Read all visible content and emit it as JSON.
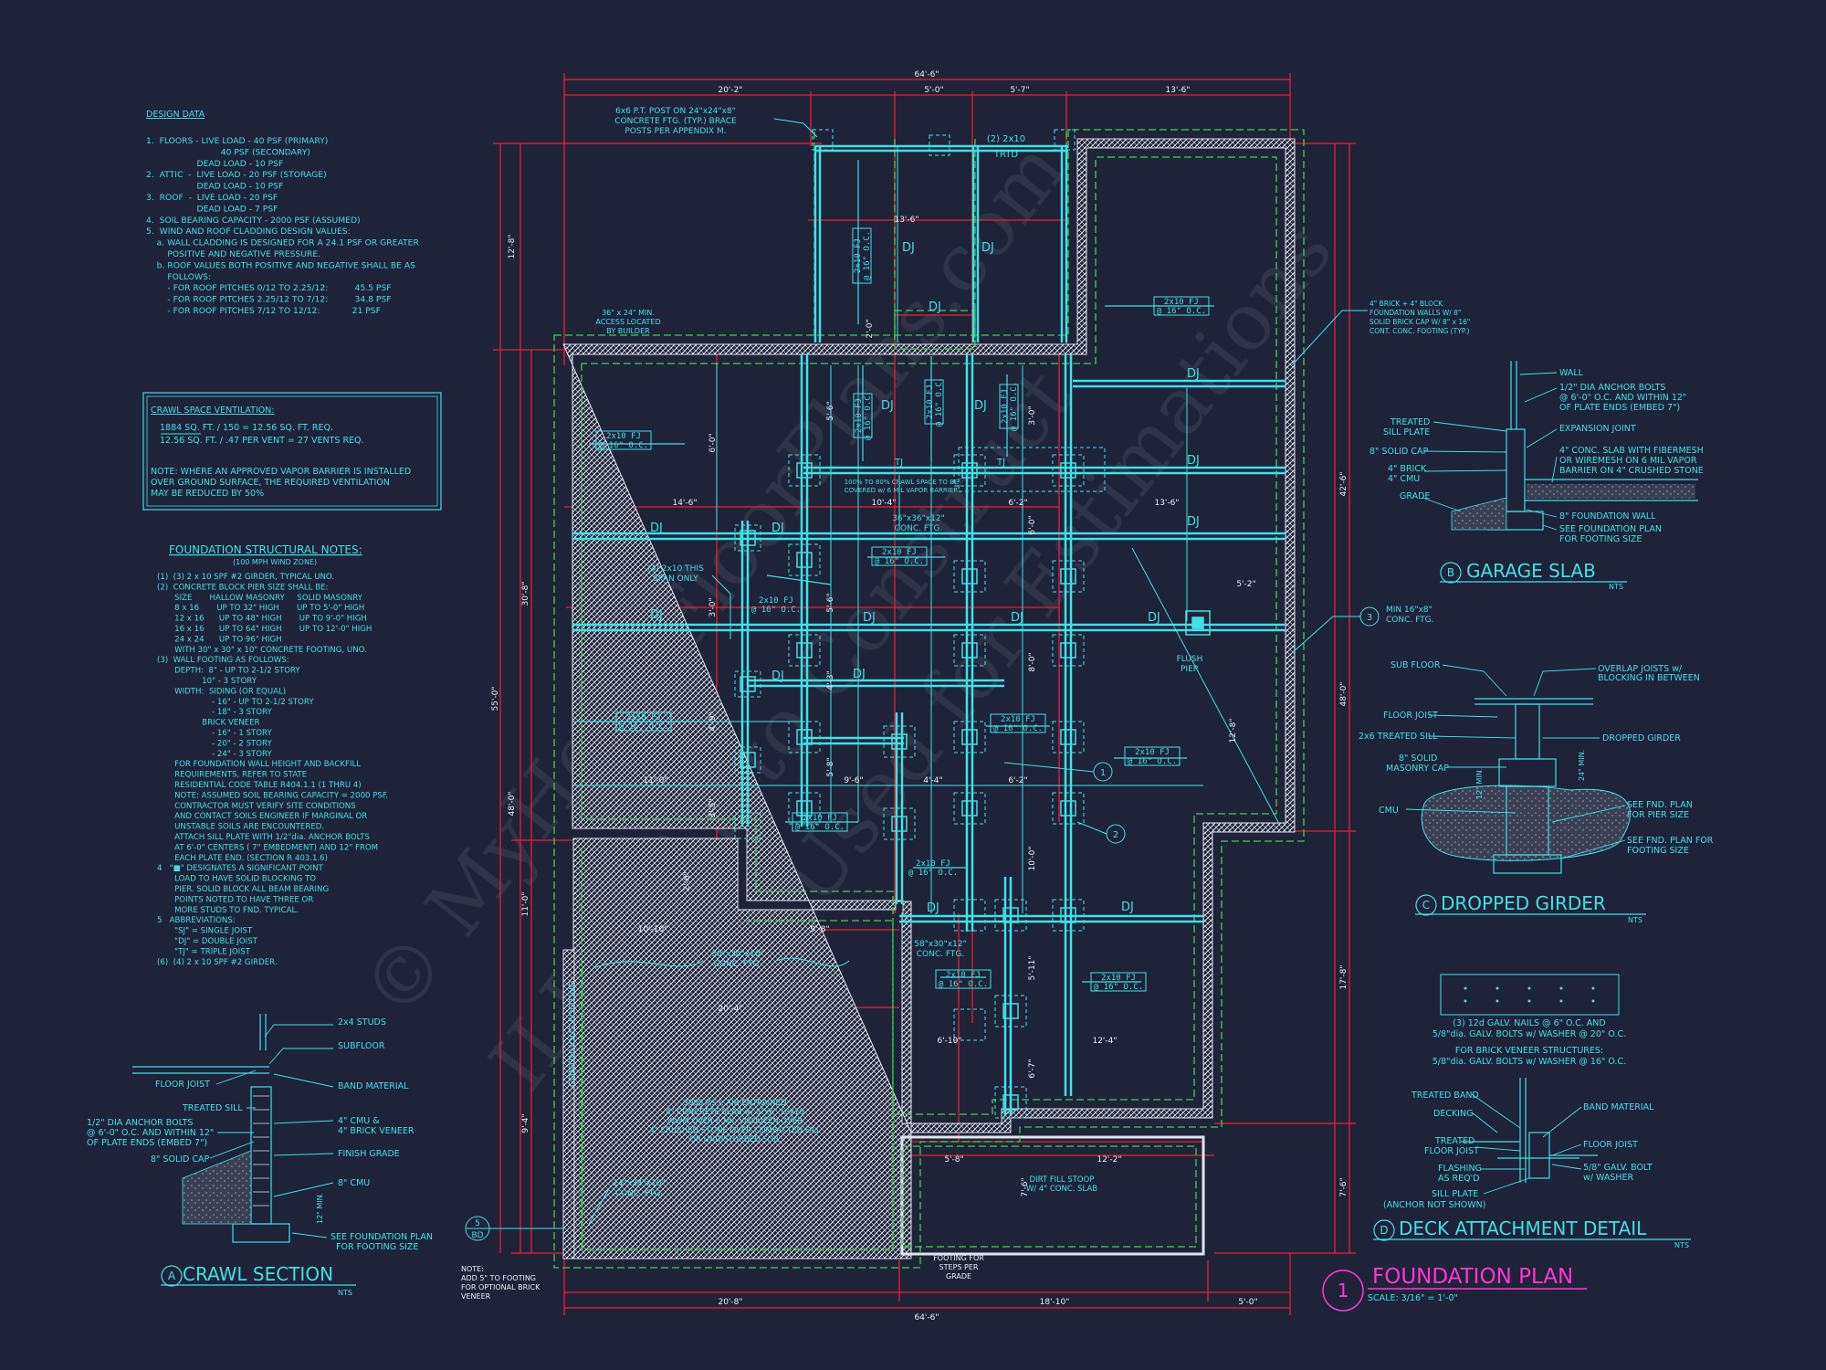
{
  "design_data": {
    "title": "DESIGN DATA",
    "lines": [
      "1.  FLOORS - LIVE LOAD - 40 PSF (PRIMARY)",
      "                            40 PSF (SECONDARY)",
      "                   DEAD LOAD - 10 PSF",
      "2.  ATTIC  -  LIVE LOAD - 20 PSF (STORAGE)",
      "                   DEAD LOAD - 10 PSF",
      "3.  ROOF  -  LIVE LOAD - 20 PSF",
      "                   DEAD LOAD - 7 PSF",
      "4.  SOIL BEARING CAPACITY - 2000 PSF (ASSUMED)",
      "5.  WIND AND ROOF CLADDING DESIGN VALUES:",
      "    a. WALL CLADDING IS DESIGNED FOR A 24.1 PSF OR GREATER",
      "        POSITIVE AND NEGATIVE PRESSURE.",
      "    b. ROOF VALUES BOTH POSITIVE AND NEGATIVE SHALL BE AS",
      "        FOLLOWS:",
      "        - FOR ROOF PITCHES 0/12 TO 2.25/12:          45.5 PSF",
      "        - FOR ROOF PITCHES 2.25/12 TO 7/12:          34.8 PSF",
      "        - FOR ROOF PITCHES 7/12 TO 12/12:            21 PSF"
    ]
  },
  "crawl_vent": {
    "title": "CRAWL SPACE VENTILATION:",
    "line1": "1884       SQ. FT. / 150 =     12.56      SQ. FT. REQ.",
    "line2": "12.56      SQ. FT. / .47 PER VENT =     27      VENTS REQ.",
    "note": [
      "NOTE:  WHERE AN APPROVED VAPOR BARRIER IS INSTALLED",
      "            OVER GROUND SURFACE, THE REQUIRED VENTILATION",
      "            MAY BE REDUCED BY 50%"
    ]
  },
  "foundation_notes": {
    "title": "FOUNDATION STRUCTURAL NOTES:",
    "subtitle": "(100 MPH WIND ZONE)",
    "lines": [
      "(1)  (3) 2 x 10 SPF #2 GIRDER, TYPICAL UNO.",
      "(2)  CONCRETE BLOCK PIER SIZE SHALL BE:",
      "       SIZE       HALLOW MASONRY     SOLID MASONRY",
      "       8 x 16       UP TO 32\" HIGH       UP TO 5'-0\" HIGH",
      "       12 x 16      UP TO 48\" HIGH       UP TO 9'-0\" HIGH",
      "       16 x 16      UP TO 64\" HIGH       UP TO 12'-0\" HIGH",
      "       24 x 24      UP TO 96\" HIGH",
      "       WITH 30\" x 30\" x 10\" CONCRETE FOOTING, UNO.",
      "(3)  WALL FOOTING AS FOLLOWS:",
      "       DEPTH:  8\" - UP TO 2-1/2 STORY",
      "                  10\" - 3 STORY",
      "       WIDTH:  SIDING (OR EQUAL)",
      "                      - 16\" - UP TO 2-1/2 STORY",
      "                      - 18\" - 3 STORY",
      "                  BRICK VENEER",
      "                      - 16\" - 1 STORY",
      "                      - 20\" - 2 STORY",
      "                      - 24\" - 3 STORY",
      "       FOR FOUNDATION WALL HEIGHT AND BACKFILL",
      "       REQUIREMENTS, REFER TO STATE",
      "       RESIDENTIAL CODE TABLE R404.1.1 (1 THRU 4)",
      "       NOTE: ASSUMED SOIL BEARING CAPACITY = 2000 PSF.",
      "       CONTRACTOR MUST VERIFY SITE CONDITIONS",
      "       AND CONTACT SOILS ENGINEER IF MARGINAL OR",
      "       UNSTABLE SOILS ARE ENCOUNTERED.",
      "       ATTACH SILL PLATE WITH 1/2\"dia. ANCHOR BOLTS",
      "       AT 6'-0\" CENTERS ( 7\" EMBEDMENT) AND 12\" FROM",
      "       EACH PLATE END. (SECTION R 403.1.6)",
      "4   \"■\" DESIGNATES A SIGNIFICANT POINT",
      "       LOAD TO HAVE SOLID BLOCKING TO",
      "       PIER. SOLID BLOCK ALL BEAM BEARING",
      "       POINTS NOTED TO HAVE THREE OR",
      "       MORE STUDS TO FND. TYPICAL.",
      "5   ABBREVIATIONS:",
      "       \"SJ\" = SINGLE JOIST",
      "       \"DJ\" = DOUBLE JOIST",
      "       \"TJ\" = TRIPLE JOIST",
      "(6)  (4) 2 x 10 SPF #2 GIRDER."
    ]
  },
  "details": {
    "a": {
      "letter": "A",
      "title": "CRAWL SECTION",
      "scale": "NTS",
      "labels": [
        "2x4 STUDS",
        "SUBFLOOR",
        "BAND MATERIAL",
        "FLOOR JOIST",
        "TREATED SILL",
        "1/2\" DIA ANCHOR BOLTS",
        "@ 6'-0\" O.C. AND WITHIN 12\"",
        "OF PLATE ENDS (EMBED 7\")",
        "8\" SOLID CAP",
        "4\" CMU &",
        "4\" BRICK VENEER",
        "FINISH GRADE",
        "8\" CMU",
        "12\" MIN.",
        "SEE FOUNDATION PLAN",
        "FOR FOOTING SIZE"
      ]
    },
    "b": {
      "letter": "B",
      "title": "GARAGE SLAB",
      "scale": "NTS",
      "labels": [
        "WALL",
        "1/2\" DIA ANCHOR BOLTS",
        "@ 6'-0\" O.C. AND WITHIN 12\"",
        "OF PLATE ENDS (EMBED 7\")",
        "TREATED",
        "SILL PLATE",
        "EXPANSION JOINT",
        "8\" SOLID CAP",
        "4\" CONC. SLAB WITH FIBERMESH",
        "OR WIREMESH ON 6 MIL VAPOR",
        "BARRIER ON 4\" CRUSHED STONE",
        "4\" BRICK",
        "4\" CMU",
        "GRADE",
        "8\" FOUNDATION WALL",
        "SEE FOUNDATION PLAN",
        "FOR FOOTING SIZE"
      ]
    },
    "c": {
      "letter": "C",
      "title": "DROPPED GIRDER",
      "scale": "NTS",
      "labels": [
        "SUB FLOOR",
        "OVERLAP JOISTS w/",
        "BLOCKING IN BETWEEN",
        "FLOOR JOIST",
        "2x6 TREATED SILL",
        "DROPPED GIRDER",
        "8\" SOLID",
        "MASONRY CAP",
        "CMU",
        "SEE FND. PLAN",
        "FOR PIER SIZE",
        "SEE FND. PLAN FOR",
        "FOOTING SIZE",
        "12\" MIN.",
        "24\" MIN."
      ]
    },
    "d": {
      "letter": "D",
      "title": "DECK ATTACHMENT DETAIL",
      "scale": "NTS",
      "labels": [
        "(3) 12d GALV. NAILS @ 6\" O.C. AND",
        "5/8\"dia. GALV. BOLTS w/ WASHER @ 20\" O.C.",
        "FOR BRICK VENEER STRUCTURES:",
        "5/8\"dia. GALV. BOLTS w/ WASHER @ 16\" O.C.",
        "TREATED BAND",
        "DECKING",
        "BAND MATERIAL",
        "TREATED",
        "FLOOR JOIST",
        "FLOOR JOIST",
        "FLASHING",
        "AS REQ'D",
        "5/8\" GALV. BOLT",
        "w/ WASHER",
        "SILL PLATE",
        "(ANCHOR NOT SHOWN)"
      ]
    }
  },
  "plan": {
    "title": "FOUNDATION PLAN",
    "number": "1",
    "scale": "SCALE: 3/16\" = 1'-0\"",
    "post_note": [
      "6x6 P.T. POST ON 24\"x24\"x8\"",
      "CONCRETE FTG. (TYP.) BRACE",
      "POSTS PER APPENDIX M."
    ],
    "access_note": [
      "36\" x 24\" MIN.",
      "ACCESS LOCATED",
      "BY BUILDER"
    ],
    "brick_note": [
      "4\" BRICK + 4\" BLOCK",
      "FOUNDATION WALLS W/ 8\"",
      "SOLID BRICK CAP W/ 8\" x 16\"",
      "CONT. CONC. FOOTING (TYP.)"
    ],
    "vapor_note": [
      "100% TO 80% CRAWL SPACE TO BE",
      "COVERED w/ 6 MIL VAPOR BARRIER"
    ],
    "slab_note": [
      "3000 P.S.I. AIR ENTRAINED",
      "4\" CONCRETE SLAB w/ 6\"x6\" 10x10",
      "WWM OVER 6 MIL VISQUEEN OVER",
      "4\" CRUSHED STONE OVER COMPACTED FILL",
      "OR UNDISTURBED SOIL"
    ],
    "stoop_note": [
      "DIRT FILL STOOP",
      "W/ 4\" CONC. SLAB"
    ],
    "steps_note": [
      "FOOTING FOR",
      "STEPS PER",
      "GRADE"
    ],
    "brick_add_note": [
      "NOTE:",
      "ADD 5\" TO FOOTING",
      "FOR OPTIONAL BRICK",
      "VENEER"
    ],
    "ftg_36": [
      "36\"x36\"x12\"",
      "CONC. FTG."
    ],
    "ftg_30": [
      "30\"x30\"x10\"",
      "CONC. FTG."
    ],
    "ftg_58": [
      "58\"x30\"x12\"",
      "CONC. FTG."
    ],
    "ftg_24": [
      "24\"x24\"x10\"",
      "CONC. FTG."
    ],
    "ftg_16": [
      "MIN 16\"x8\"",
      "CONC. FTG."
    ],
    "span_note": [
      "(4) 2x10 THIS",
      "SPAN ONLY"
    ],
    "flush_pier": [
      "FLUSH",
      "PIER"
    ],
    "two_by_ten": "(2) 2x10",
    "trtd": "TRTD",
    "continuous_footing": "CONTINUOUS FOOTING",
    "joist_tag": [
      "2x10 FJ",
      "@ 16\" O.C."
    ],
    "dj": "DJ",
    "tj": "TJ",
    "callouts": [
      "1",
      "2",
      "3",
      "5",
      "BD"
    ],
    "dims_top": [
      "64'-6\"",
      "20'-2\"",
      "5'-0\"",
      "5'-7\"",
      "13'-6\""
    ],
    "dims_bottom": [
      "64'-6\"",
      "20'-8\"",
      "18'-10\"",
      "5'-0\""
    ],
    "dims_left": [
      "12'-8\"",
      "30'-8\"",
      "55'-0\"",
      "48'-0\"",
      "9'-4\"",
      "11'-0\""
    ],
    "dims_right": [
      "42'-6\"",
      "48'-0\"",
      "17'-8\"",
      "7'-6\""
    ],
    "dims_inner": [
      "14'-6\"",
      "10'-4\"",
      "6'-2\"",
      "13'-6\"",
      "5'-2\"",
      "11'-0\"",
      "9'-6\"",
      "4'-4\"",
      "6'-2\"",
      "12'-8\"",
      "13'-6\"",
      "10'-10\"",
      "9'-8\"",
      "20'-4\"",
      "6'-10\"",
      "12'-4\"",
      "12'-2\"",
      "5'-8\"",
      "7'-6\"",
      "5'-6\"",
      "6'-0\"",
      "4'-3\"",
      "3'-5\"",
      "4'-9\"",
      "3'-0\"",
      "5'-6\"",
      "6'-0\"",
      "5'-11\"",
      "6'-7\"",
      "8'-0\"",
      "2'-6\"",
      "10'-0\"",
      "5'-8\"",
      "3'-0\"",
      "2'-0\""
    ]
  },
  "watermark": [
    "© MyHomeFloorPlans.com",
    "ILLEGAL to Construct",
    "Maybe Used for Estimations"
  ],
  "colors": {
    "background": "#1f2338",
    "cyan": "#3fe0e8",
    "red": "#e8202f",
    "green": "#3ccd4a",
    "magenta": "#ff37d2",
    "white": "#e8ecf2"
  }
}
